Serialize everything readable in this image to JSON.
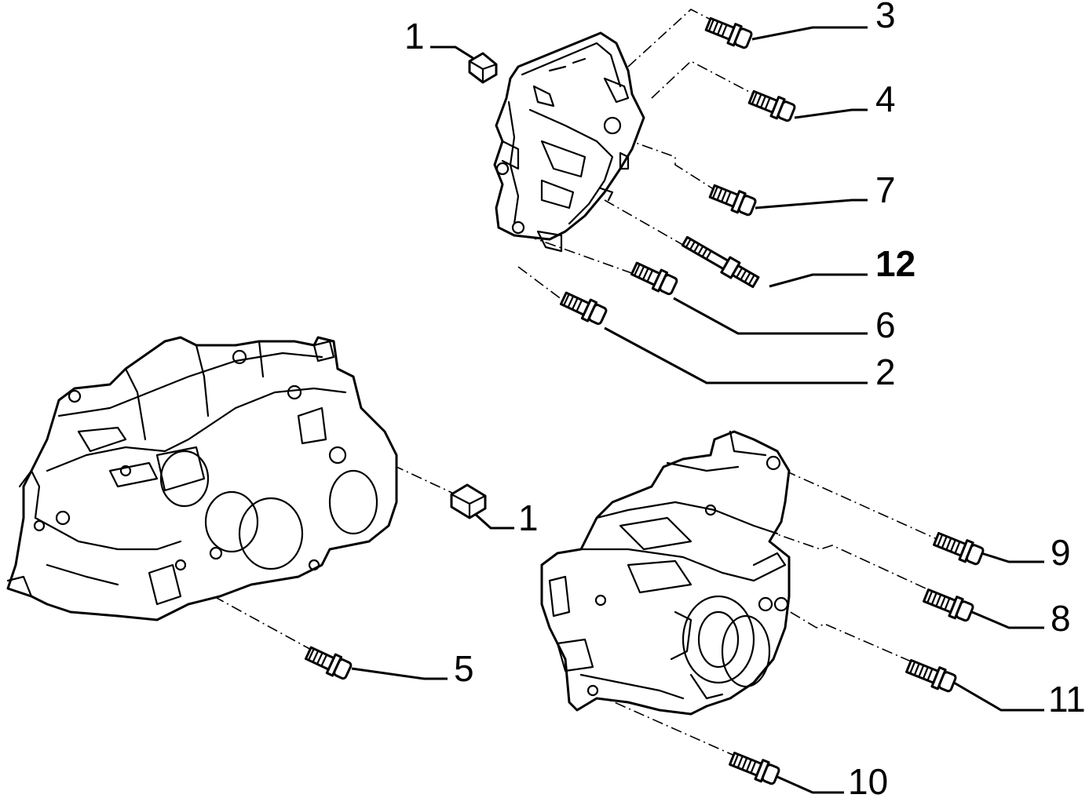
{
  "callouts": {
    "c1_top": "1",
    "c3": "3",
    "c4": "4",
    "c7": "7",
    "c12": "12",
    "c6": "6",
    "c2": "2",
    "c1_mid": "1",
    "c9": "9",
    "c8": "8",
    "c11": "11",
    "c5": "5",
    "c10": "10"
  }
}
